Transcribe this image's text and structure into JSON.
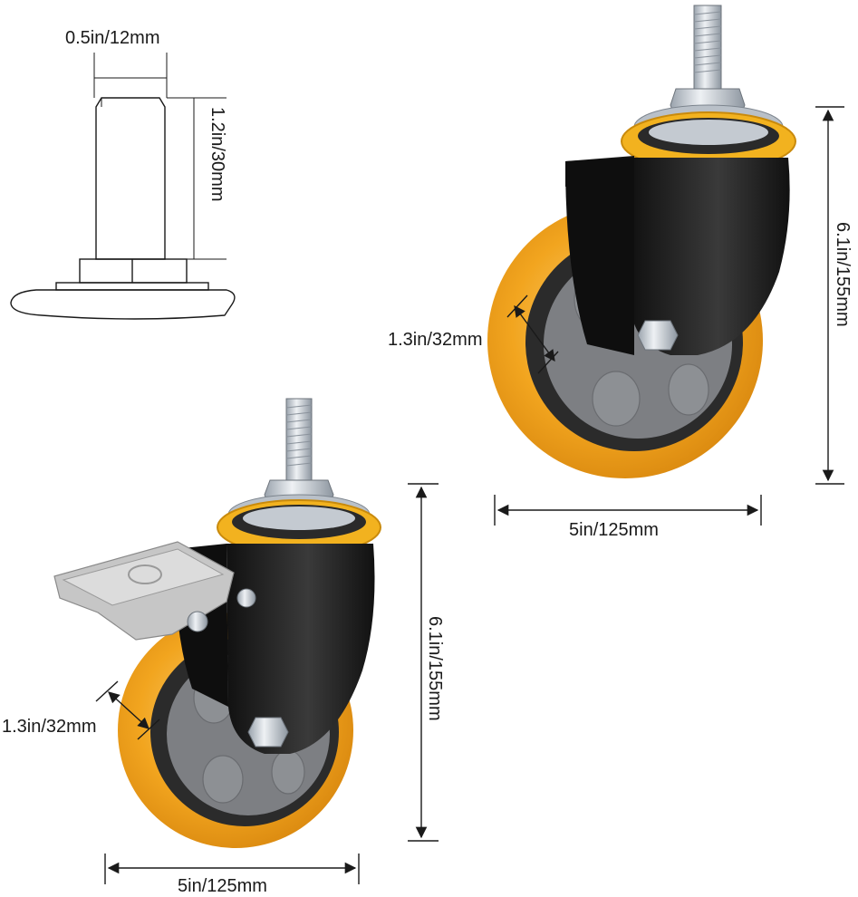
{
  "stem_drawing": {
    "width_label": "0.5in/12mm",
    "height_label": "1.2in/30mm"
  },
  "caster_top": {
    "tread_label": "1.3in/32mm",
    "width_label": "5in/125mm",
    "height_label": "6.1in/155mm"
  },
  "caster_bottom": {
    "tread_label": "1.3in/32mm",
    "width_label": "5in/125mm",
    "height_label": "6.1in/155mm"
  },
  "colors": {
    "wheel": "#f2a51f",
    "wheel_light": "#f7c76a",
    "hub": "#7d7f83",
    "bracket": "#1e1e1e",
    "metal": "#c8ccd2",
    "line": "#1a1a1a"
  }
}
